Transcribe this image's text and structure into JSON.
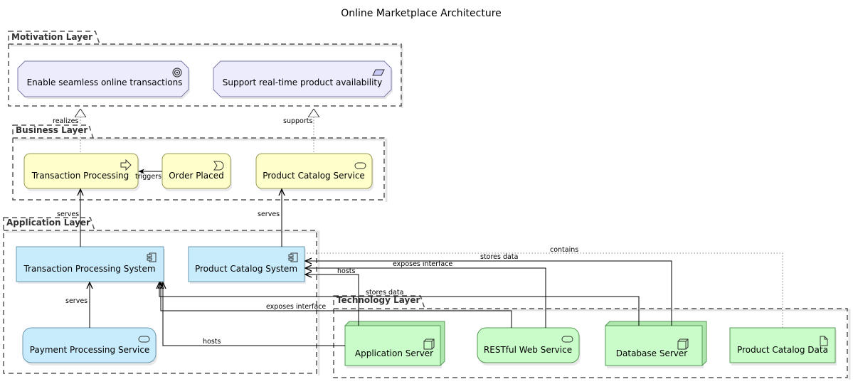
{
  "title": "Online Marketplace Architecture",
  "colors": {
    "motivation": "#ececfc",
    "business": "#ffffcc",
    "application": "#c9ecfc",
    "technology": "#c9fcc9",
    "border": "#555555"
  },
  "layers": {
    "motivation": "Motivation Layer",
    "business": "Business Layer",
    "application": "Application Layer",
    "technology": "Technology Layer"
  },
  "nodes": {
    "goal_transactions": {
      "label": "Enable seamless online transactions",
      "icon": "goal-icon"
    },
    "goal_availability": {
      "label": "Support real-time product availability",
      "icon": "requirement-icon"
    },
    "transaction_processing": {
      "label": "Transaction Processing",
      "icon": "process-icon"
    },
    "order_placed": {
      "label": "Order Placed",
      "icon": "event-icon"
    },
    "product_catalog_service_biz": {
      "label": "Product Catalog Service",
      "icon": "service-icon"
    },
    "transaction_processing_system": {
      "label": "Transaction Processing System",
      "icon": "component-icon"
    },
    "product_catalog_system": {
      "label": "Product Catalog System",
      "icon": "component-icon"
    },
    "payment_processing_service": {
      "label": "Payment Processing Service",
      "icon": "service-icon"
    },
    "application_server": {
      "label": "Application Server",
      "icon": "node-icon"
    },
    "restful_web_service": {
      "label": "RESTful Web Service",
      "icon": "service-icon"
    },
    "database_server": {
      "label": "Database Server",
      "icon": "node-icon"
    },
    "product_catalog_data": {
      "label": "Product Catalog Data",
      "icon": "artifact-icon"
    }
  },
  "edges": {
    "realizes": "realizes",
    "supports": "supports",
    "triggers": "triggers",
    "serves_tp": "serves",
    "serves_pc": "serves",
    "serves_pay": "serves",
    "contains": "contains",
    "stores_data_pc": "stores data",
    "exposes_interface_pc": "exposes interface",
    "hosts_pc": "hosts",
    "stores_data_tp": "stores data",
    "exposes_interface_tp": "exposes interface",
    "hosts_tp": "hosts"
  }
}
